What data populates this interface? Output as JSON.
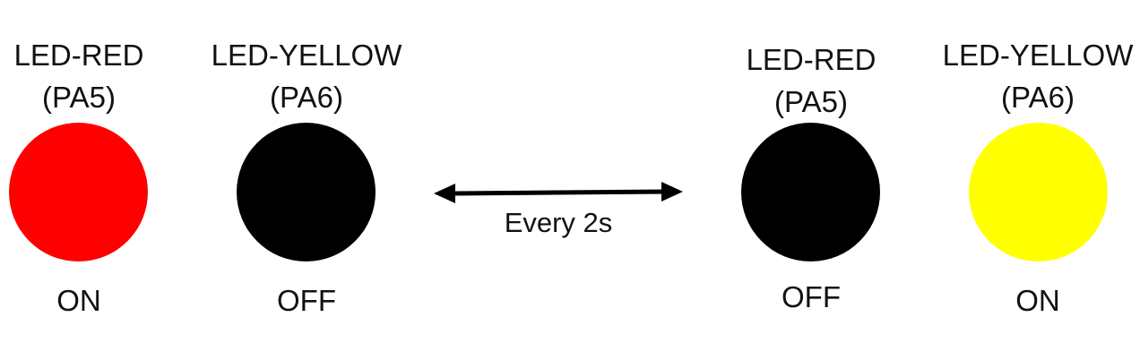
{
  "left_state": {
    "led1": {
      "name": "LED-RED",
      "pin": "(PA5)",
      "state": "ON",
      "color": "#ff0000"
    },
    "led2": {
      "name": "LED-YELLOW",
      "pin": "(PA6)",
      "state": "OFF",
      "color": "#000000"
    }
  },
  "transition": {
    "label": "Every 2s",
    "arrow_icon": "double-arrow-icon"
  },
  "right_state": {
    "led1": {
      "name": "LED-RED",
      "pin": "(PA5)",
      "state": "OFF",
      "color": "#000000"
    },
    "led2": {
      "name": "LED-YELLOW",
      "pin": "(PA6)",
      "state": "ON",
      "color": "#ffff00"
    }
  }
}
